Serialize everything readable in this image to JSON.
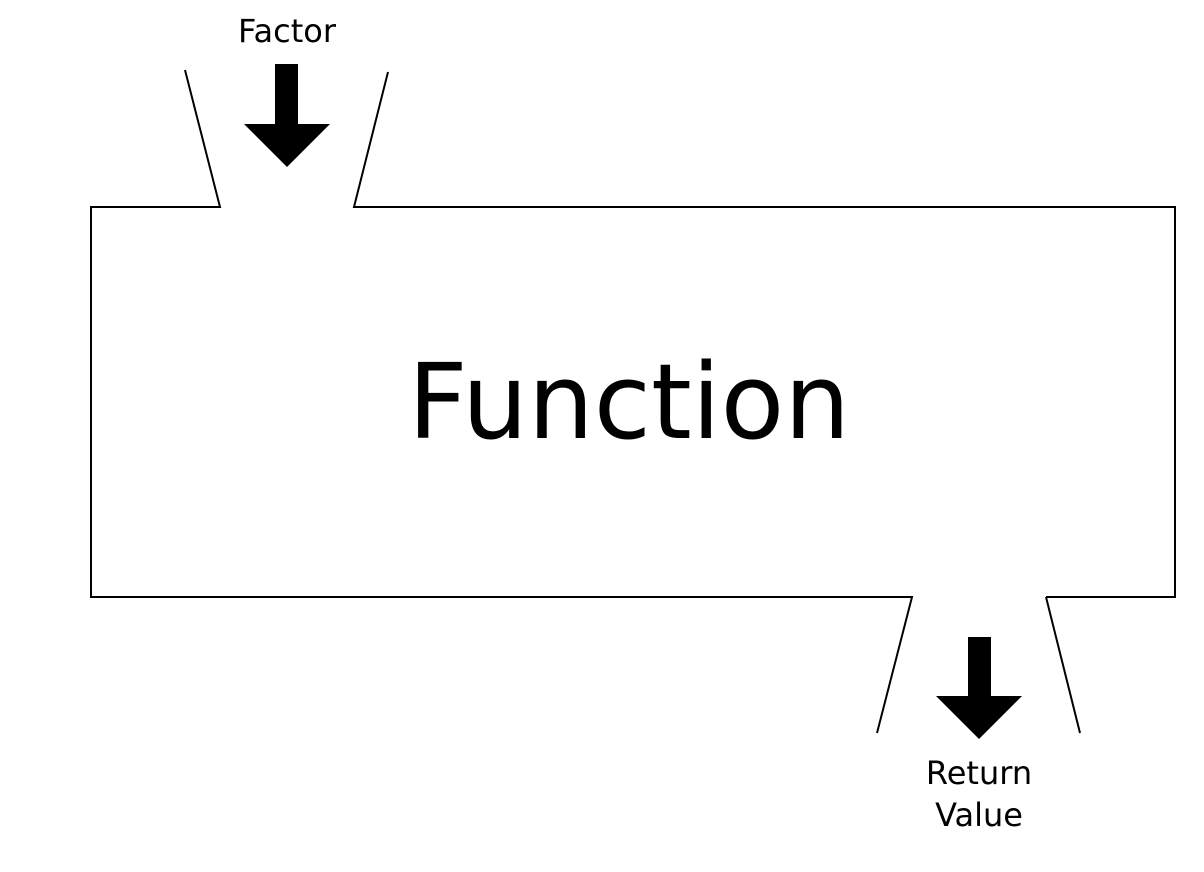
{
  "diagram": {
    "input_label": "Factor",
    "main_label": "Function",
    "output_label_line1": "Return",
    "output_label_line2": "Value",
    "input_arrow_icon": "arrow-down-icon",
    "output_arrow_icon": "arrow-down-icon",
    "stroke_color": "#000000",
    "background_color": "#ffffff"
  }
}
